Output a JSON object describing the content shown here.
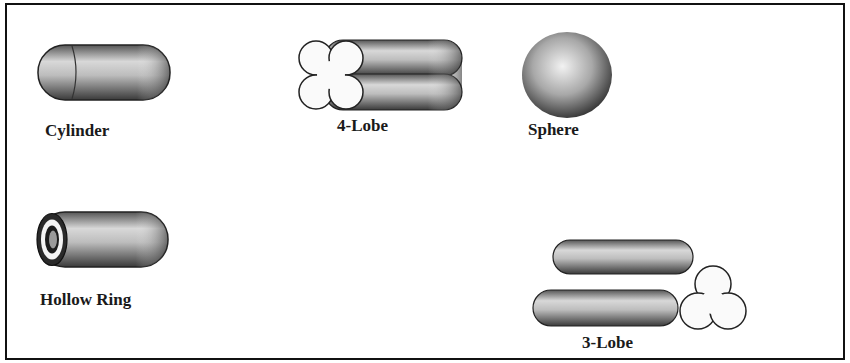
{
  "diagram": {
    "labels": [
      "Cylinder",
      "4-Lobe",
      "Sphere",
      "Hollow Ring",
      "3-Lobe"
    ]
  }
}
